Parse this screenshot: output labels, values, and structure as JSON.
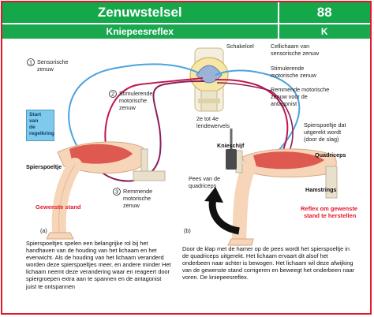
{
  "header": {
    "title": "Zenuwstelsel",
    "number": "88",
    "subtitle": "Kniepeesreflex",
    "subtitle_code": "K"
  },
  "labels": {
    "n1": "1",
    "sensorische": [
      "Sensorische",
      "zenuw"
    ],
    "n2": "2",
    "stimulerende_l": [
      "Stimulerende",
      "motorische",
      "zenuw"
    ],
    "start": [
      "Start van",
      "de",
      "regelkring"
    ],
    "spierspoeltje_l": "Spierspoeltje",
    "n3": "3",
    "remmende_l": [
      "Remmende",
      "motorische",
      "zenuw"
    ],
    "gewenste": "Gewenste stand",
    "schakelcel": "Schakelcel",
    "cellichaam": [
      "Cellichaam van",
      "sensorische zenuw"
    ],
    "stimulerende_r": [
      "Stimulerende",
      "motorische zenuw"
    ],
    "remmende_r": [
      "Remmende motorische",
      "zenuw voor de",
      "antagonist"
    ],
    "lendewervels": [
      "2e tot 4e",
      "lendewervels"
    ],
    "spierspoeltje_r": [
      "Spierspoeltje dat",
      "uitgerekt wordt",
      "(door de slag)"
    ],
    "knieschijf": "Knieschijf",
    "quadriceps": "Quadriceps",
    "pees": [
      "Pees van de",
      "quadriceps"
    ],
    "hamstrings": "Hamstrings",
    "reflex": [
      "Reflex om gewenste",
      "stand te herstellen"
    ],
    "a": "(a)",
    "b": "(b)"
  },
  "paragraphs": {
    "left": "Spierspoeltjes spelen een belangrijke rol bij het handhaven van de houding van het lichaam en het evenwicht. Als de houding van het lichaam veranderd worden deze spierspoeltjes meer, en andere minder Het lichaam neemt deze verandering waar en reageert door spiergroepen extra aan te spannen en de antagonist juist te ontspannen",
    "right": "Door de klap met de hamer op de pees wordt het spierspoeltje in de quadriceps uitgerekt. Het lichaam ervaart dit alsof het onderbeen naar achter is bewogen. Het lichaam wil deze afwijking van de gewenste stand corrigeren en beweegt het onderbeen naar voren. De kniepeesreflex."
  },
  "colors": {
    "accent": "#14a84a",
    "border": "#e3162b",
    "sensory": "#4aa3e0",
    "motor": "#c0164a",
    "skin": "#f6d5b8"
  }
}
